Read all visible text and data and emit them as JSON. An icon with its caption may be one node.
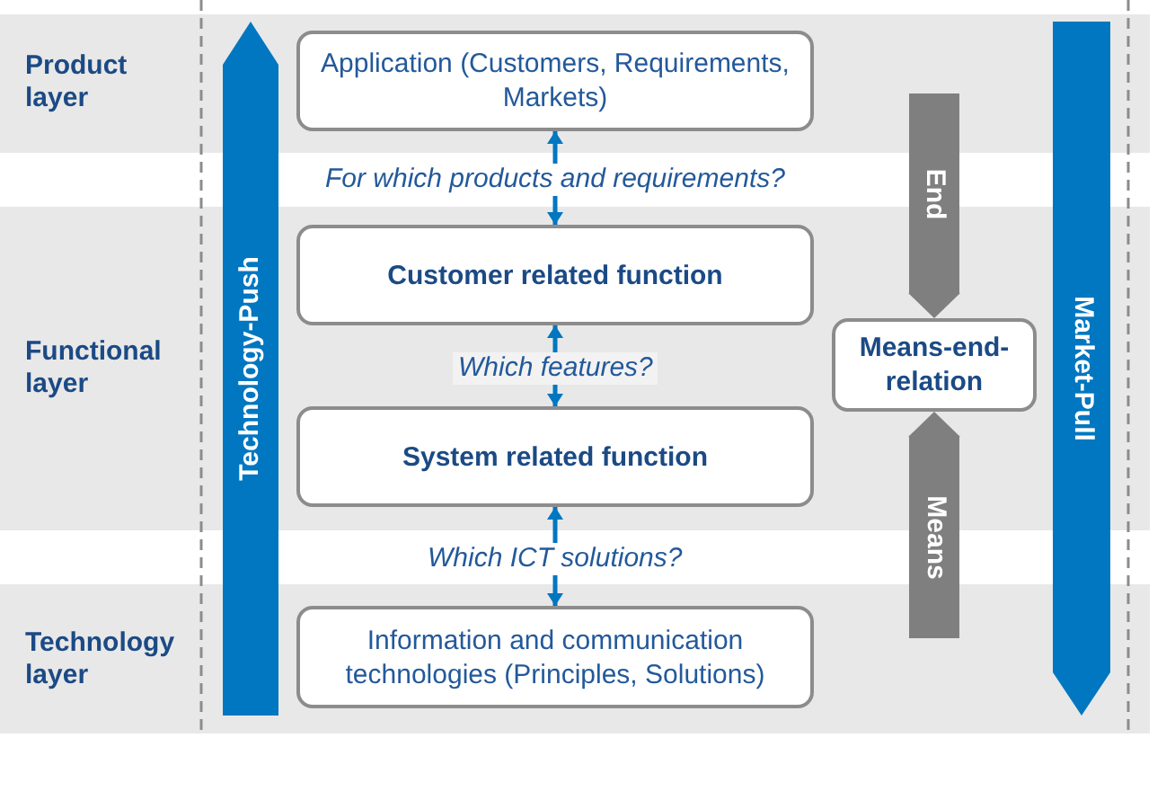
{
  "diagram": {
    "nodes": [
      {
        "text": [
          "Application (Customers, Requirements, Markets)"
        ]
      },
      {
        "text": [
          "Customer related function"
        ]
      },
      {
        "text": [
          "System related function"
        ]
      },
      {
        "text": [
          "Information and communication technologies (Principles, Solutions)"
        ]
      },
      {
        "text": [
          "Means-end-relation"
        ]
      }
    ],
    "edges": [
      {
        "from": 0,
        "to": 1,
        "arrow": "both",
        "label": "For which products and requirements?"
      },
      {
        "from": 1,
        "to": 2,
        "arrow": "both",
        "label": "Which features?"
      },
      {
        "from": 2,
        "to": 3,
        "arrow": "both",
        "label": "Which ICT solutions?"
      },
      {
        "from": null,
        "to": 4,
        "arrow": "to",
        "label": "End",
        "style": "thick",
        "color": "#7f7f7f"
      },
      {
        "from": null,
        "to": 4,
        "arrow": "to",
        "label": "Means",
        "style": "thick",
        "color": "#7f7f7f"
      }
    ],
    "labels": [
      "Product layer",
      "Functional layer",
      "Technology layer",
      "Technology-Push",
      "Market-Pull"
    ]
  }
}
